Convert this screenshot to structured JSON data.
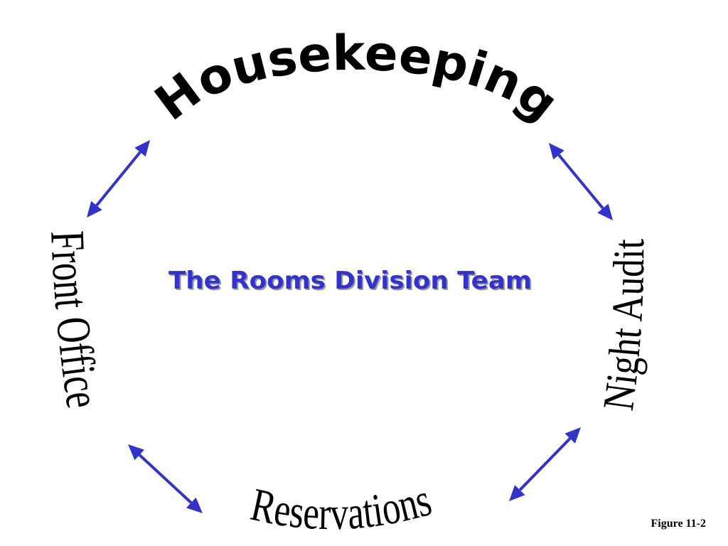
{
  "diagram": {
    "title": "The Rooms Division Team",
    "nodes": {
      "top": "Housekeeping",
      "left": "Front Office",
      "right": "Night Audit",
      "bottom": "Reservations"
    }
  },
  "figure_label": "Figure 11-2",
  "colors": {
    "accent": "#3333CC",
    "text": "#000000",
    "shadow": "#9A9A9A",
    "background": "#FFFFFF"
  }
}
